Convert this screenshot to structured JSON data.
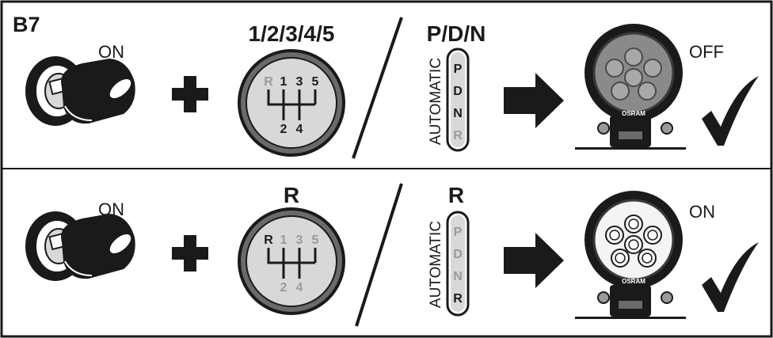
{
  "diagram_id_label": "B7",
  "colors": {
    "ink": "#1a1a1a",
    "grey": "#9a9a9a",
    "light_grey": "#d8d8d8",
    "lamp_glow": "#f4f4f4"
  },
  "rows": [
    {
      "ignition": {
        "label": "ON",
        "icon": "ignition-key-icon"
      },
      "plus_icon": "plus-icon",
      "manual": {
        "title": "1/2/3/4/5",
        "knob": {
          "r": "R",
          "g1": "1",
          "g3": "3",
          "g5": "5",
          "g2": "2",
          "g4": "4"
        },
        "active": [
          "1",
          "2",
          "3",
          "4",
          "5"
        ]
      },
      "automatic": {
        "title": "P/D/N",
        "label": "AUTOMATIC",
        "gears": [
          "P",
          "D",
          "N",
          "R"
        ],
        "active": [
          "P",
          "D",
          "N"
        ]
      },
      "arrow_icon": "right-arrow-icon",
      "lamp": {
        "state": "OFF",
        "brand": "OSRAM",
        "lit": false
      },
      "check_icon": "checkmark-icon"
    },
    {
      "ignition": {
        "label": "ON",
        "icon": "ignition-key-icon"
      },
      "plus_icon": "plus-icon",
      "manual": {
        "title": "R",
        "knob": {
          "r": "R",
          "g1": "1",
          "g3": "3",
          "g5": "5",
          "g2": "2",
          "g4": "4"
        },
        "active": [
          "R"
        ]
      },
      "automatic": {
        "title": "R",
        "label": "AUTOMATIC",
        "gears": [
          "P",
          "D",
          "N",
          "R"
        ],
        "active": [
          "R"
        ]
      },
      "arrow_icon": "right-arrow-icon",
      "lamp": {
        "state": "ON",
        "brand": "OSRAM",
        "lit": true
      },
      "check_icon": "checkmark-icon"
    }
  ]
}
